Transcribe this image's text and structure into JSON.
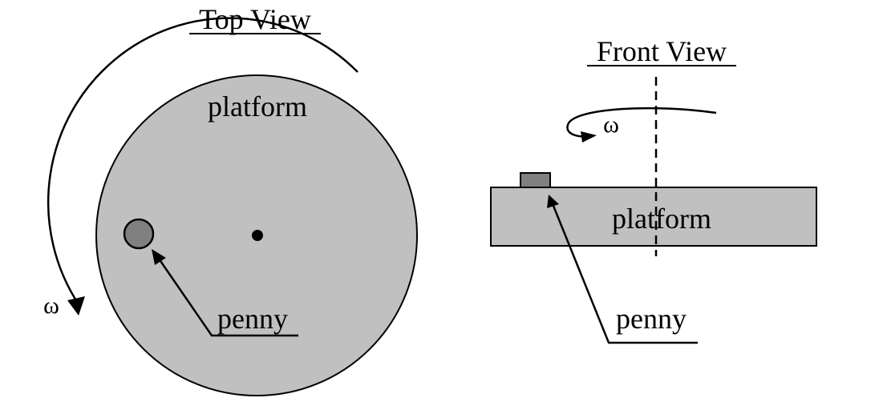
{
  "top_view": {
    "title": "Top View",
    "platform_label": "platform",
    "penny_label": "penny",
    "omega_label": "ω"
  },
  "front_view": {
    "title": "Front View",
    "platform_label": "platform",
    "penny_label": "penny",
    "omega_label": "ω"
  },
  "colors": {
    "platform_fill": "#c0c0c0",
    "penny_fill": "#808080",
    "stroke": "#000000",
    "background": "#ffffff"
  }
}
